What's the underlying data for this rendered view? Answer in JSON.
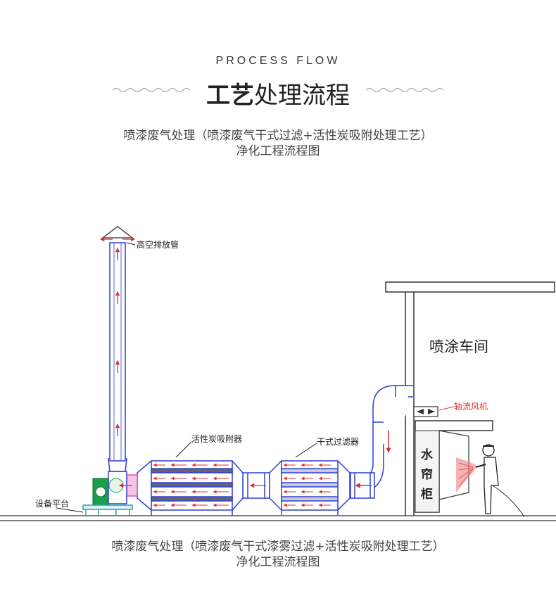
{
  "header": {
    "eyebrow": "PROCESS FLOW",
    "title_accent": "工艺",
    "title_rest": "处理流程"
  },
  "caption_top": {
    "line1": "喷漆废气处理（喷漆废气干式过滤+活性炭吸附处理工艺）",
    "line2": "净化工程流程图"
  },
  "diagram": {
    "stack_label": "高空排放管",
    "carbon_label": "活性炭吸附器",
    "filter_label": "干式过滤器",
    "booth_label": "喷涂车间",
    "fan_label": "轴流风机",
    "curtain_label_1": "水",
    "curtain_label_2": "帘",
    "curtain_label_3": "柜",
    "platform_label": "设备平台"
  },
  "caption_bottom": {
    "line1": "喷漆废气处理（喷漆废气干式漆雾过滤+活性炭吸附处理工艺）",
    "line2": "净化工程流程图"
  },
  "colors": {
    "duct": "#2f3fd6",
    "flow": "#e0312b",
    "fan_green": "#1aa04a",
    "connector": "#e05aa8"
  }
}
